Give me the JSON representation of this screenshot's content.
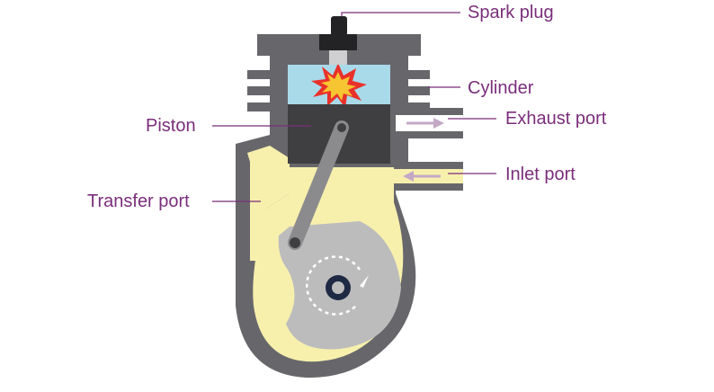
{
  "labels": {
    "spark_plug": "Spark plug",
    "cylinder": "Cylinder",
    "piston": "Piston",
    "exhaust_port": "Exhaust port",
    "inlet_port": "Inlet port",
    "transfer_port": "Transfer port"
  },
  "colors": {
    "label_text": "#7a2e7a",
    "leader_line": "#7a2e7a",
    "engine_body": "#67676b",
    "mixture": "#f7f0ad",
    "combustion_chamber": "#a9daea",
    "piston": "#3f3f41",
    "crank": "#bcbcbd",
    "flow_arrow": "#c4a8c6"
  },
  "icons": [
    "spark-plug-icon",
    "explosion-icon",
    "rotation-arrow-icon"
  ]
}
